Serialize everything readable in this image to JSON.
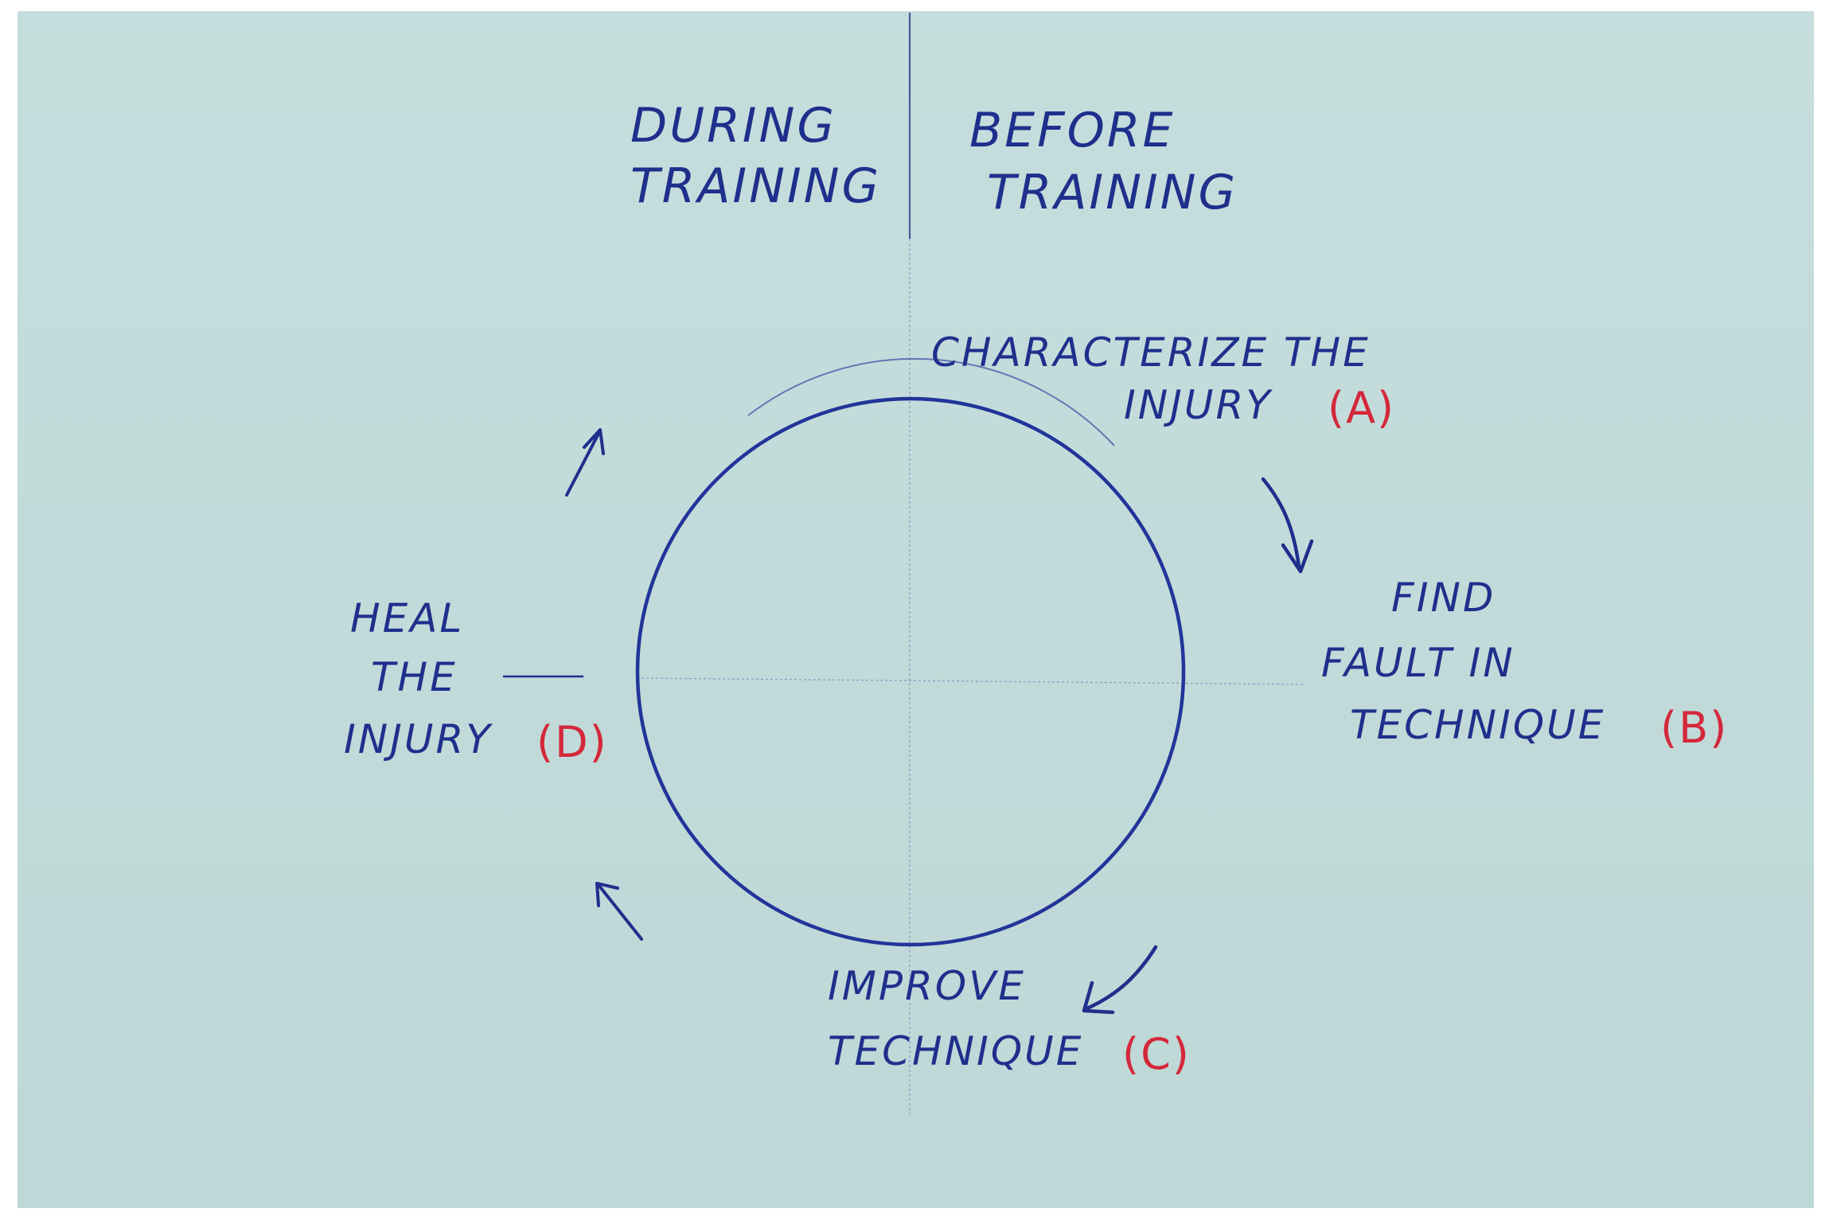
{
  "colors": {
    "paper": "#c2dcdb",
    "ink_blue": "#1e2f8c",
    "ink_red": "#d4283a",
    "guide_line": "#8a95c8"
  },
  "headers": {
    "during_line1": "DURING",
    "during_line2": "TRAINING",
    "before_line1": "BEFORE",
    "before_line2": "TRAINING"
  },
  "steps": {
    "a": {
      "line1": "CHARACTERIZE THE",
      "line2": "INJURY",
      "tag": "(A)"
    },
    "b": {
      "line1": "FIND",
      "line2": "FAULT IN",
      "line3": "TECHNIQUE",
      "tag": "(B)"
    },
    "c": {
      "line1": "IMPROVE",
      "line2": "TECHNIQUE",
      "tag": "(C)"
    },
    "d": {
      "line1": "HEAL",
      "line2": "THE",
      "line3": "INJURY",
      "tag": "(D)"
    }
  },
  "icons": [
    "cycle-circle",
    "clockwise-arrow-icon"
  ]
}
